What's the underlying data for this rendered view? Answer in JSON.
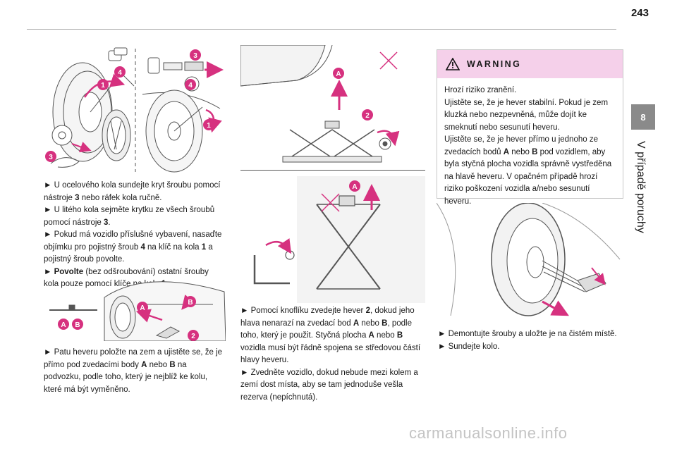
{
  "page": {
    "number": "243"
  },
  "chapter": {
    "number": "8",
    "title": "V případě poruchy"
  },
  "column1": {
    "figure_top_callouts": [
      "4",
      "1",
      "3",
      "4",
      "1",
      "3"
    ],
    "paragraphs": [
      [
        {
          "t": "► U ocelového kola sundejte kryt šroubu pomocí nástroje "
        },
        {
          "t": "3",
          "b": true
        },
        {
          "t": " nebo ráfek kola ručně."
        }
      ],
      [
        {
          "t": "► U litého kola sejměte krytku ze všech šroubů pomocí nástroje "
        },
        {
          "t": "3",
          "b": true
        },
        {
          "t": "."
        }
      ],
      [
        {
          "t": "► Pokud má vozidlo příslušné vybavení, nasaďte objímku pro pojistný šroub "
        },
        {
          "t": "4",
          "b": true
        },
        {
          "t": " na klíč na kola "
        },
        {
          "t": "1",
          "b": true
        },
        {
          "t": " a pojistný šroub povolte."
        }
      ],
      [
        {
          "t": "► "
        },
        {
          "t": "Povolte",
          "b": true
        },
        {
          "t": " (bez odšroubování) ostatní šrouby kola pouze pomocí klíče na kola "
        },
        {
          "t": "1",
          "b": true
        },
        {
          "t": "."
        }
      ]
    ],
    "figure_mid_callouts": [
      "A",
      "B",
      "A",
      "B",
      "2"
    ],
    "paragraphs_2": [
      [
        {
          "t": "► Patu heveru položte na zem a ujistěte se, že je přímo pod zvedacími body "
        },
        {
          "t": "A",
          "b": true
        },
        {
          "t": " nebo "
        },
        {
          "t": "B",
          "b": true
        },
        {
          "t": " na podvozku, podle toho, který je nejblíž ke kolu, které má být vyměněno."
        }
      ]
    ]
  },
  "column2": {
    "figure_top_callouts": [
      "A",
      "2"
    ],
    "figure_bottom_callouts": [
      "A"
    ],
    "paragraphs": [
      [
        {
          "t": "► Pomocí knoflíku zvedejte hever "
        },
        {
          "t": "2",
          "b": true
        },
        {
          "t": ", dokud jeho hlava nenarazí na zvedací bod "
        },
        {
          "t": "A",
          "b": true
        },
        {
          "t": " nebo "
        },
        {
          "t": "B",
          "b": true
        },
        {
          "t": ", podle toho, který je použit. Styčná plocha "
        },
        {
          "t": "A",
          "b": true
        },
        {
          "t": " nebo "
        },
        {
          "t": "B",
          "b": true
        },
        {
          "t": " vozidla musí být řádně spojena se středovou částí hlavy heveru."
        }
      ],
      [
        {
          "t": "► Zvedněte vozidlo, dokud nebude mezi kolem a zemí dost místa, aby se tam jednoduše vešla rezerva (nepíchnutá)."
        }
      ]
    ]
  },
  "column3": {
    "warning": {
      "title": "WARNING",
      "lines": [
        [
          {
            "t": "Hrozí riziko zranění."
          }
        ],
        [
          {
            "t": "Ujistěte se, že je hever stabilní. Pokud je zem kluzká nebo nezpevněná, může dojít ke smeknutí nebo sesunutí heveru."
          }
        ],
        [
          {
            "t": "Ujistěte se, že je hever přímo u jednoho ze zvedacích bodů "
          },
          {
            "t": "A",
            "b": true
          },
          {
            "t": " nebo "
          },
          {
            "t": "B",
            "b": true
          },
          {
            "t": " pod vozidlem, aby byla styčná plocha vozidla správně vystředěna na hlavě heveru. V opačném případě hrozí riziko poškození vozidla a/nebo sesunutí heveru."
          }
        ]
      ]
    },
    "paragraphs": [
      [
        {
          "t": "► Demontujte šrouby a uložte je na čistém místě."
        }
      ],
      [
        {
          "t": "► Sundejte kolo."
        }
      ]
    ]
  },
  "watermark": "carmanualsonline.info",
  "colors": {
    "accent": "#d6317f",
    "warning_header": "#f5d0ea",
    "tab": "#8a8a8a",
    "callout": "#d6317f"
  }
}
